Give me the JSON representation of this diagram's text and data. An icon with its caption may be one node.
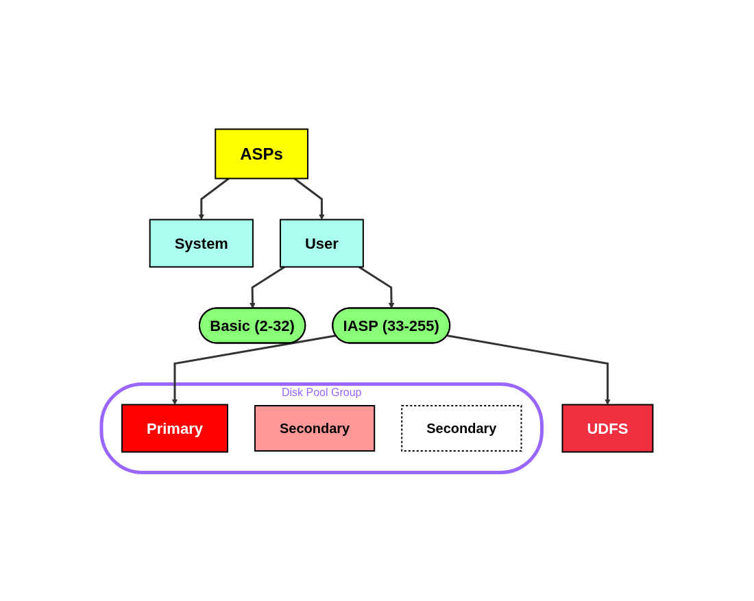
{
  "diagram": {
    "nodes": [
      {
        "text": [
          "ASPs"
        ]
      },
      {
        "text": [
          "System"
        ]
      },
      {
        "text": [
          "User"
        ]
      },
      {
        "text": [
          "Basic (2-32)"
        ]
      },
      {
        "text": [
          "IASP (33-255)"
        ]
      },
      {
        "text": [
          "UDFS"
        ]
      },
      {
        "text": [
          "Disk Pool Group"
        ]
      },
      {
        "text": [
          "Primary"
        ],
        "in": 6
      },
      {
        "text": [
          "Secondary"
        ],
        "in": 6
      },
      {
        "text": [
          "Secondary"
        ],
        "in": 6
      }
    ],
    "edges": [
      {
        "from": 0,
        "to": 1,
        "arrow": "to"
      },
      {
        "from": 0,
        "to": 2,
        "arrow": "to"
      },
      {
        "from": 2,
        "to": 3,
        "arrow": "to"
      },
      {
        "from": 2,
        "to": 4,
        "arrow": "to"
      },
      {
        "from": 4,
        "to": 5,
        "arrow": "to"
      },
      {
        "from": 4,
        "to": 7,
        "arrow": "to"
      }
    ]
  }
}
